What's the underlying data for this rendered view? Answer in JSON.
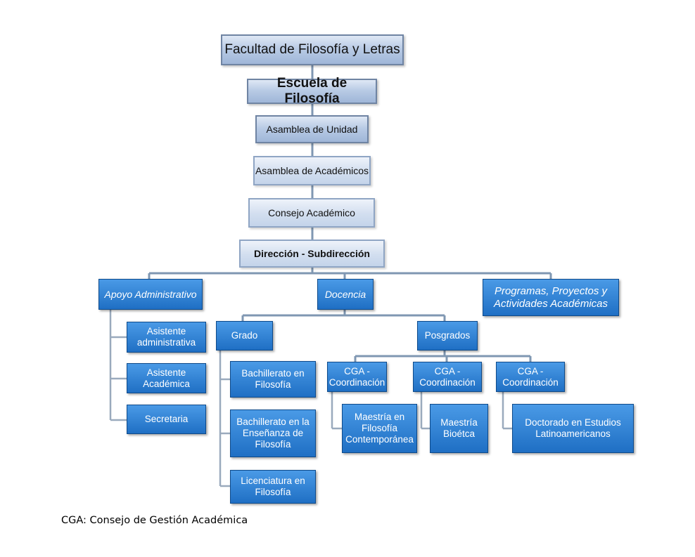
{
  "nodes": {
    "facultad": "Facultad de Filosofía y Letras",
    "escuela": "Escuela de Filosofía",
    "asamblea_unidad": "Asamblea de Unidad",
    "asamblea_academicos": "Asamblea de Académicos",
    "consejo": "Consejo Académico",
    "direccion": "Dirección - Subdirección",
    "apoyo": "Apoyo Administrativo",
    "docencia": "Docencia",
    "programas": "Programas, Proyectos y Actividades Académicas",
    "asistente_admin": "Asistente administrativa",
    "asistente_acad": "Asistente Académica",
    "secretaria": "Secretaria",
    "grado": "Grado",
    "posgrados": "Posgrados",
    "bach_filosofia": "Bachillerato en Filosofía",
    "bach_ensenanza": "Bachillerato en la Enseñanza de Filosofía",
    "licenciatura": "Licenciatura en Filosofía",
    "cga1": "CGA - Coordinación",
    "cga2": "CGA - Coordinación",
    "cga3": "CGA - Coordinación",
    "maestria_contemp": "Maestría en Filosofía Contemporánea",
    "maestria_bioetica": "Maestría Bioétca",
    "doctorado": "Doctorado en Estudios Latinoamericanos"
  },
  "footnote": "CGA: Consejo de Gestión Académica"
}
